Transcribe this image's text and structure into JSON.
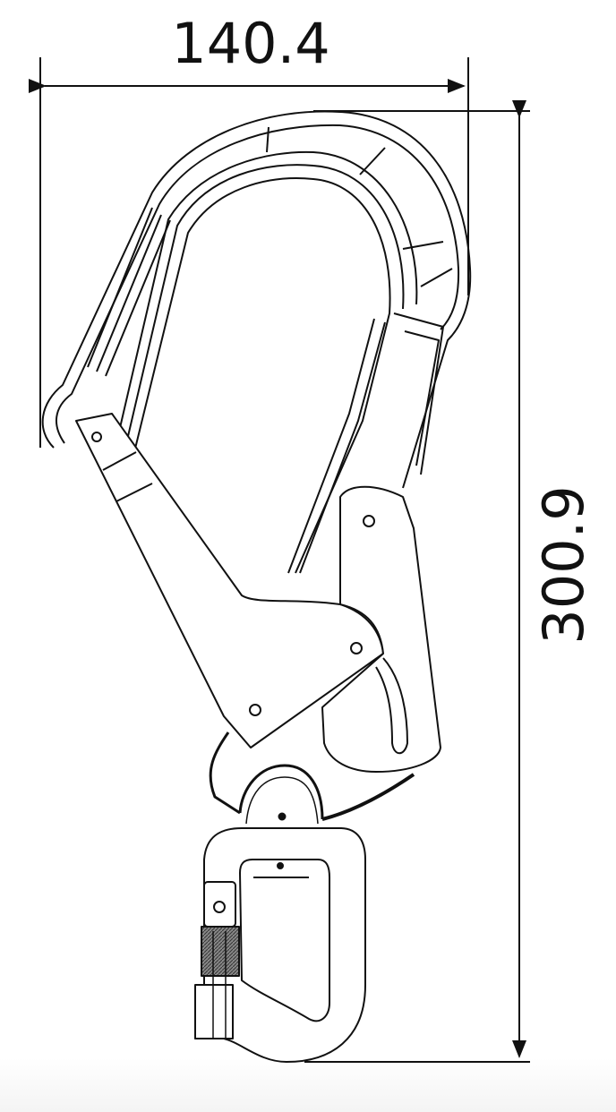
{
  "drawing": {
    "subject": "Scaffold hook / large-opening snap hook with swivel eye",
    "dimensions": {
      "width": {
        "value": "140.4",
        "orientation": "horizontal"
      },
      "height": {
        "value": "300.9",
        "orientation": "vertical"
      }
    },
    "colors": {
      "line": "#111111",
      "background": "#ffffff",
      "hatch": "#555555"
    }
  }
}
